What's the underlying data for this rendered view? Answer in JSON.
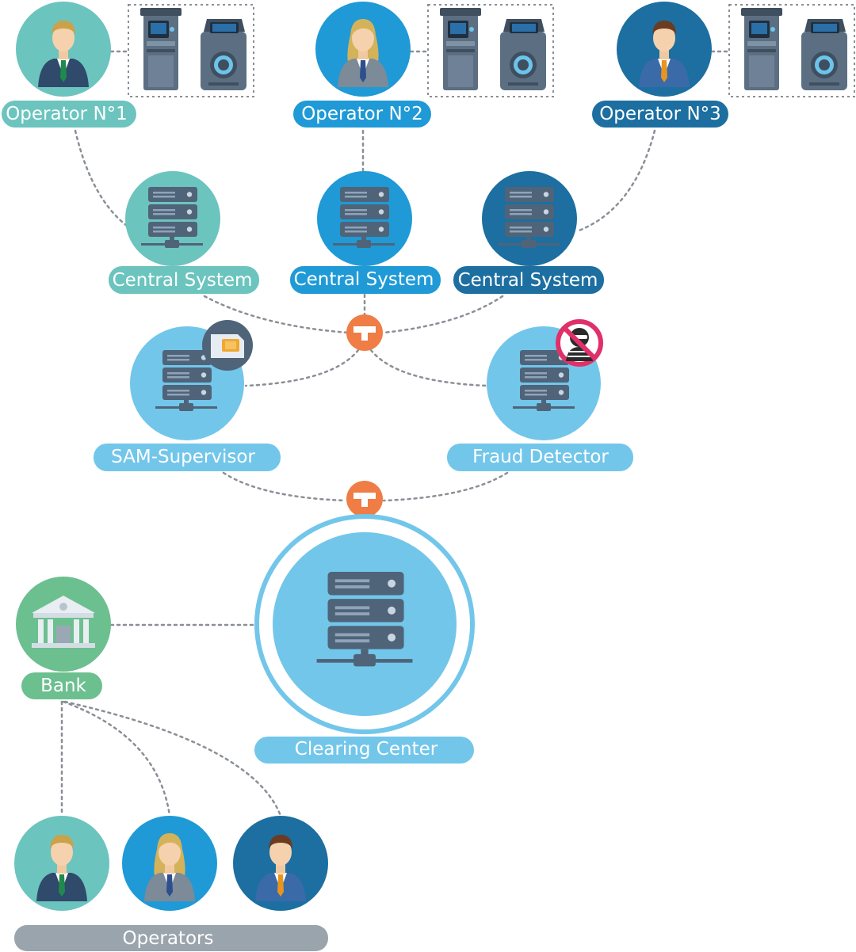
{
  "operators_top": [
    {
      "label": "Operator N°1",
      "color": "#6cc4be",
      "hair": "#c9a24a",
      "tie": "#1f8a4c"
    },
    {
      "label": "Operator N°2",
      "color": "#1f9ad6",
      "hair": "#d4b25a",
      "tie": "#2d4f8c"
    },
    {
      "label": "Operator N°3",
      "color": "#1c6fa0",
      "hair": "#6b3b22",
      "tie": "#e8951f"
    }
  ],
  "central_systems": [
    {
      "label": "Central System",
      "color": "#6cc4be"
    },
    {
      "label": "Central System",
      "color": "#1f9ad6"
    },
    {
      "label": "Central System",
      "color": "#1c6fa0"
    }
  ],
  "sam_supervisor": {
    "label": "SAM-Supervisor",
    "color": "#72c6ea"
  },
  "fraud_detector": {
    "label": "Fraud Detector",
    "color": "#72c6ea"
  },
  "clearing_center": {
    "label": "Clearing Center",
    "color": "#72c6ea"
  },
  "bank": {
    "label": "Bank",
    "color": "#6cbf8f"
  },
  "operators_bottom": {
    "label": "Operators",
    "color": "#9aa4ad"
  },
  "colors": {
    "server": "#4f6479",
    "server_light": "#8fa4b8",
    "hub": "#ef7d45",
    "connector": "#8a8f96",
    "atm_body": "#5c6f82",
    "fraud_ring": "#e0306a"
  }
}
